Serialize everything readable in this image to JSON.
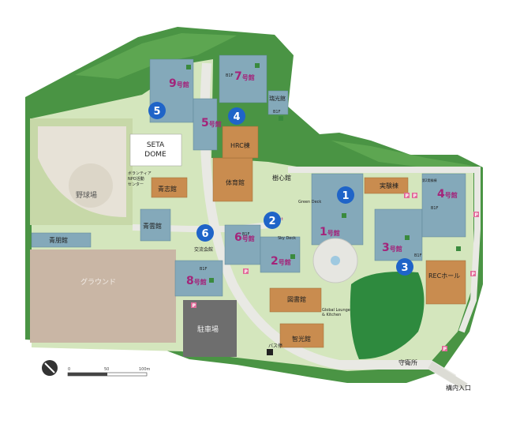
{
  "colors": {
    "forest": "#3a8a3e",
    "forest_light": "#5fa84f",
    "lawn": "#cfe3b3",
    "ground": "#c9b6a5",
    "path": "#e8e8e3",
    "building_blue": "#7fa6b8",
    "building_orange": "#c98a4a",
    "marker": "#1f64c8",
    "number": "#a3247a"
  },
  "markers": [
    "1",
    "2",
    "3",
    "4",
    "5",
    "6"
  ],
  "building_numbers": [
    {
      "num": "9",
      "suffix": "号館"
    },
    {
      "num": "7",
      "suffix": "号館"
    },
    {
      "num": "5",
      "suffix": "号館"
    },
    {
      "num": "6",
      "suffix": "号館"
    },
    {
      "num": "2",
      "suffix": "号館"
    },
    {
      "num": "1",
      "suffix": "号館"
    },
    {
      "num": "3",
      "suffix": "号館"
    },
    {
      "num": "4",
      "suffix": "号館"
    },
    {
      "num": "8",
      "suffix": "号館"
    }
  ],
  "labels": {
    "seta_dome_1": "SETA",
    "seta_dome_2": "DOME",
    "baseball": "野球場",
    "ground_field": "グラウンド",
    "parking": "駐車場",
    "gym": "体育館",
    "hrc": "HRC棟",
    "seishikan": "青志館",
    "seiunkan": "青雲館",
    "seimeikan": "青朋館",
    "kouryu": "交流会館",
    "volunteer_1": "ボランティア",
    "volunteer_2": "NPO活動",
    "volunteer_3": "センター",
    "shinshin": "樹心館",
    "green_deck": "Green Deck",
    "sky_deck": "Sky Deck",
    "jikken": "実験棟",
    "rec_hall": "RECホール",
    "library": "図書館",
    "chikoukan": "智光館",
    "zuikou": "瑞光館",
    "global_1": "Global Lounge",
    "global_2": "& Kitchen",
    "bus_stop": "バス停",
    "guard": "守衛所",
    "entrance": "構内入口",
    "b1f_a": "B1F",
    "b1f_b": "B1F",
    "b1f_c": "B1F",
    "b1f_d": "B1F",
    "b1f_e": "B1F",
    "b1f_f": "B1F",
    "scale_0": "0",
    "scale_50": "50",
    "scale_100": "100m",
    "second_lab": "第2実験棟",
    "next_cafe": "Next"
  },
  "icons": [
    "compass-icon",
    "parking-icon",
    "restroom-icon",
    "bus-icon"
  ]
}
